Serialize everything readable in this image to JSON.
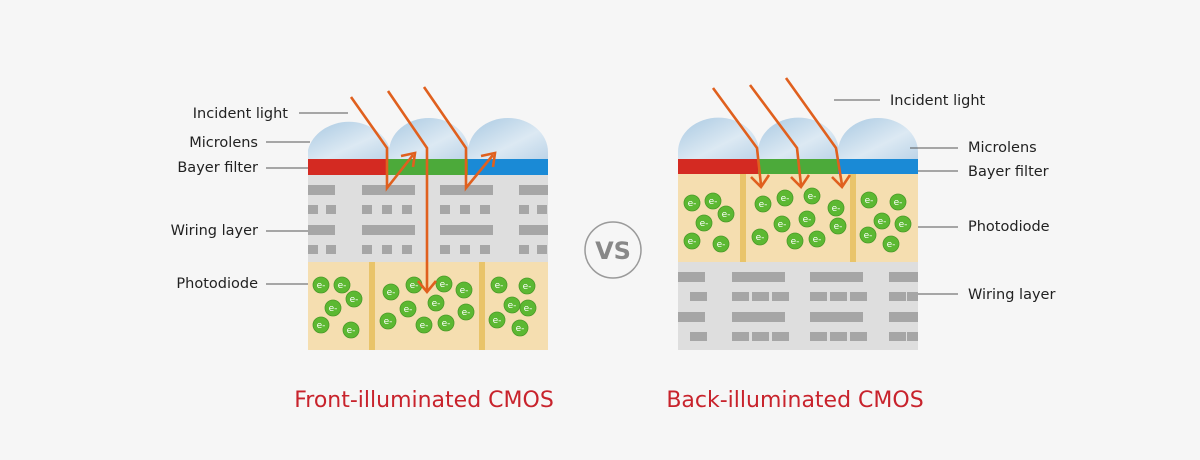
{
  "front": {
    "title": "Front-illuminated CMOS",
    "labels": {
      "incident_light": "Incident light",
      "microlens": "Microlens",
      "bayer_filter": "Bayer filter",
      "wiring_layer": "Wiring layer",
      "photodiode": "Photodiode"
    }
  },
  "back": {
    "title": "Back-illuminated CMOS",
    "labels": {
      "incident_light": "Incident light",
      "microlens": "Microlens",
      "bayer_filter": "Bayer filter",
      "photodiode": "Photodiode",
      "wiring_layer": "Wiring layer"
    }
  },
  "vs_label": "VS",
  "electron_label": "e-",
  "colors": {
    "red_filter": "#d42a22",
    "green_filter": "#4caa3a",
    "blue_filter": "#1a8ad6",
    "ray": "#e0601e",
    "title": "#c8232c",
    "electron": "#5cb832",
    "photodiode": "#f5deb0",
    "wiring_bg": "#dedede",
    "wiring_metal": "#a6a6a6"
  }
}
